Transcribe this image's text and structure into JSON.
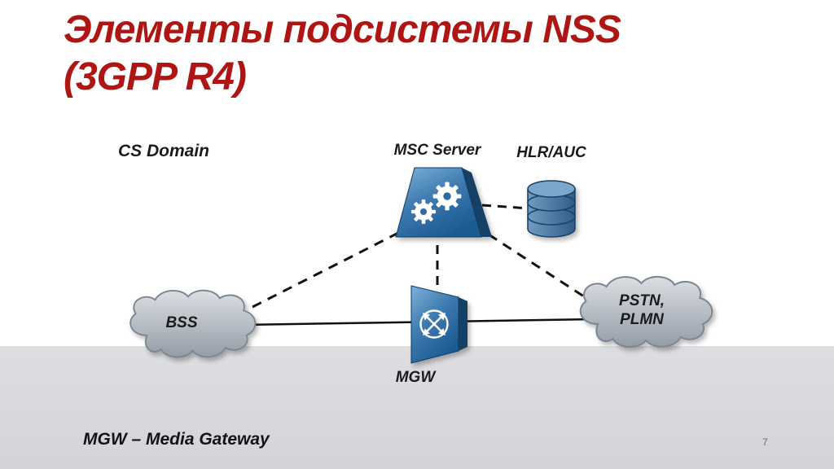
{
  "slide": {
    "title": {
      "line1": "Элементы подсистемы NSS",
      "line2": "(3GPP R4)"
    },
    "footer": "MGW – Media Gateway",
    "page_number": "7"
  },
  "diagram": {
    "cs_domain_label": "CS Domain",
    "nodes": {
      "msc_server": {
        "label": "MSC Server"
      },
      "hlr_auc": {
        "label": "HLR/AUC"
      },
      "bss": {
        "label": "BSS"
      },
      "pstn_plmn": {
        "line1": "PSTN,",
        "line2": "PLMN"
      },
      "mgw": {
        "label": "MGW"
      }
    },
    "links": {
      "solid": "BSS — MGW — PSTN/PLMN",
      "dashed": [
        "BSS — MSC Server",
        "MSC Server — MGW",
        "MSC Server — HLR/AUC",
        "MSC Server — PSTN/PLMN"
      ]
    }
  },
  "colors": {
    "title_red": "#ae1513",
    "node_blue_light": "#7fb2da",
    "node_blue_dark": "#1c5a92",
    "cloud_light": "#dcdfe2",
    "cloud_dark": "#939ca6",
    "band_gray": "#d5d6d9",
    "line_black": "#111111"
  }
}
